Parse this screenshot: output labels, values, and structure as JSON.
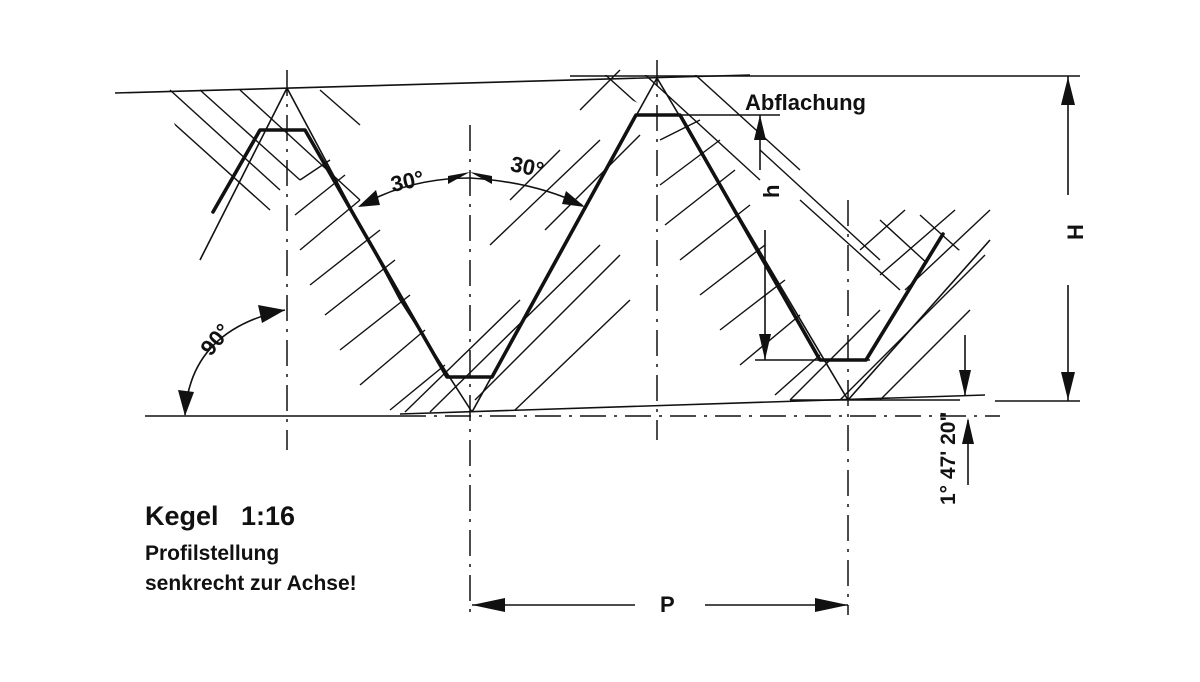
{
  "labels": {
    "flattening": "Abflachung",
    "height_h": "h",
    "height_H": "H",
    "pitch": "P",
    "angle_left": "30°",
    "angle_right": "30°",
    "angle_right_angle": "90°",
    "taper_angle": "1° 47' 20\""
  },
  "title": "Kegel   1:16",
  "note_line1": "Profilstellung",
  "note_line2": "senkrecht zur Achse!",
  "colors": {
    "line": "#111111",
    "background": "#ffffff"
  }
}
